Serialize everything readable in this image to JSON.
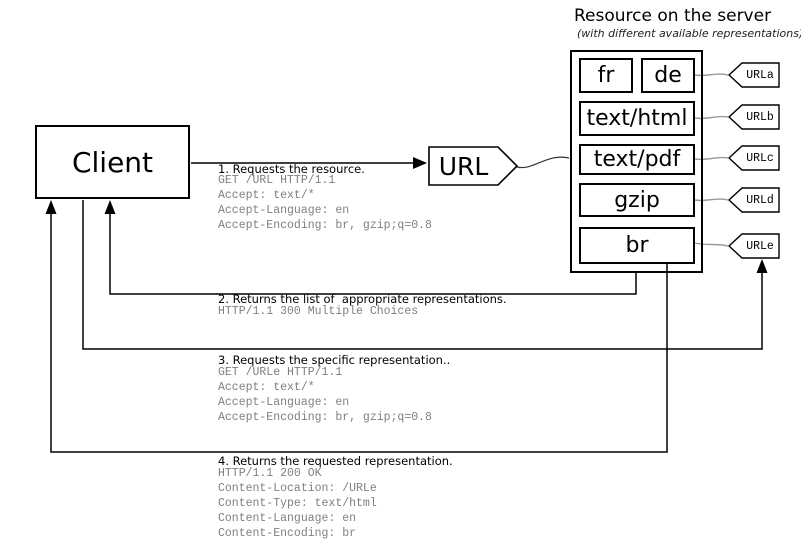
{
  "client": {
    "label": "Client"
  },
  "url_node": {
    "label": "URL"
  },
  "server": {
    "title": "Resource on the server",
    "subtitle": "(with different available representations)",
    "representations": [
      {
        "label": "fr"
      },
      {
        "label": "de"
      },
      {
        "label": "text/html"
      },
      {
        "label": "text/pdf"
      },
      {
        "label": "gzip"
      },
      {
        "label": "br"
      }
    ],
    "tags": [
      {
        "label": "URLa"
      },
      {
        "label": "URLb"
      },
      {
        "label": "URLc"
      },
      {
        "label": "URLd"
      },
      {
        "label": "URLe"
      }
    ]
  },
  "steps": [
    {
      "title": "1. Requests the resource.",
      "code": "GET /URL HTTP/1.1\nAccept: text/*\nAccept-Language: en\nAccept-Encoding: br, gzip;q=0.8"
    },
    {
      "title": "2. Returns the list of  appropriate representations.",
      "code": "HTTP/1.1 300 Multiple Choices"
    },
    {
      "title": "3. Requests the specific representation..",
      "code": "GET /URLe HTTP/1.1\nAccept: text/*\nAccept-Language: en\nAccept-Encoding: br, gzip;q=0.8"
    },
    {
      "title": "4. Returns the requested representation.",
      "code": "HTTP/1.1 200 OK\nContent-Location: /URLe\nContent-Type: text/html\nContent-Language: en\nContent-Encoding: br"
    }
  ],
  "colors": {
    "line": "#000000",
    "connector": "#999999",
    "code_text": "#808080",
    "background": "#ffffff"
  }
}
